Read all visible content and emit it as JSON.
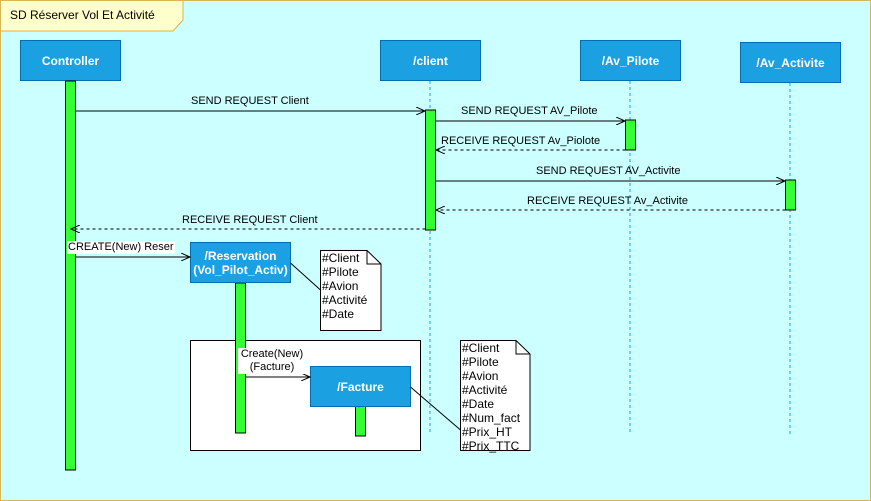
{
  "frame": {
    "title": "SD Réserver Vol Et Activité"
  },
  "lifelines": {
    "controller": "Controller",
    "client": "/client",
    "av_pilote": "/Av_Pilote",
    "av_activite": "/Av_Activite"
  },
  "created": {
    "reservation_line1": "/Reservation",
    "reservation_line2": "(Vol_Pilot_Activ)",
    "facture": "/Facture"
  },
  "messages": {
    "m1": "SEND REQUEST Client",
    "m2": "SEND REQUEST AV_Pilote",
    "m3": "RECEIVE REQUEST Av_Piolote",
    "m4": "SEND REQUEST AV_Activite",
    "m5": "RECEIVE REQUEST Av_Activite",
    "m6": "RECEIVE REQUEST Client",
    "m7": "CREATE(New) Reser",
    "m8_line1": "Create(New)",
    "m8_line2": "(Facture)"
  },
  "notes": {
    "reservation": [
      "#Client",
      "#Pilote",
      "#Avion",
      "#Activité",
      "#Date"
    ],
    "facture": [
      "#Client",
      "#Pilote",
      "#Avion",
      "#Activité",
      "#Date",
      "#Num_fact",
      "#Prix_HT",
      "#Prix_TTC"
    ]
  },
  "colors": {
    "background": "#ccffff",
    "header_fill": "#1ba1e2",
    "activation_fill": "#33ff33",
    "frame_tab": "#ffffcc",
    "frame_border": "#d6b656"
  }
}
